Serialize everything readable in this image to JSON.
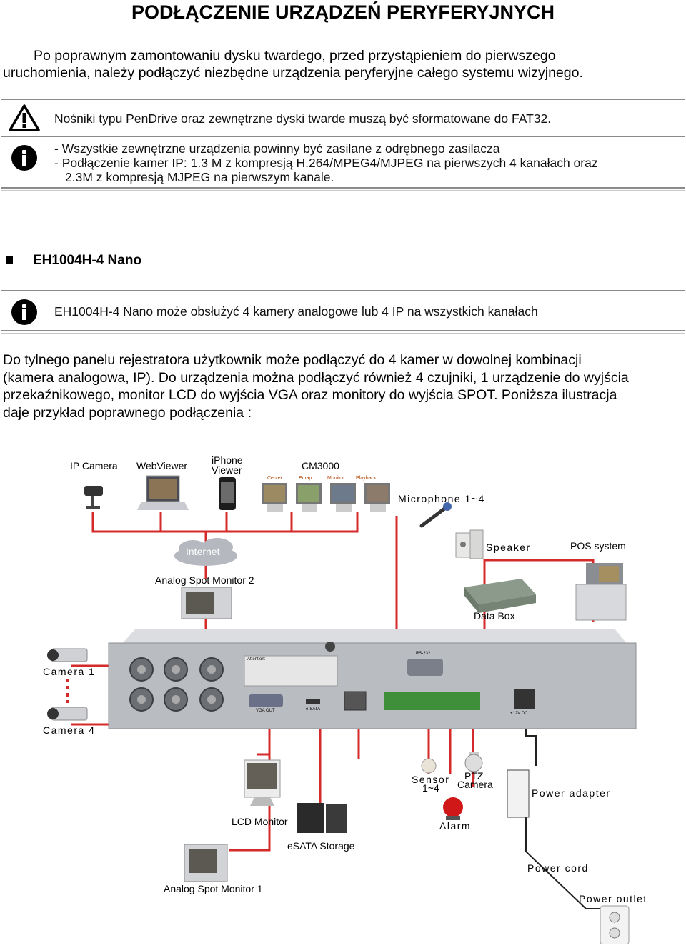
{
  "title": "PODŁĄCZENIE URZĄDZEŃ PERYFERYJNYCH",
  "intro": {
    "line1": "Po poprawnym zamontowaniu dysku twardego, przed przystąpieniem do pierwszego",
    "line2": "uruchomienia, należy podłączyć niezbędne urządzenia peryferyjne całego systemu wizyjnego."
  },
  "warning_note": "Nośniki typu PenDrive oraz zewnętrzne dyski twarde muszą być sformatowane do FAT32.",
  "info_note": {
    "line1": "- Wszystkie zewnętrzne urządzenia powinny być zasilane z odrębnego zasilacza",
    "line2": "- Podłączenie kamer IP: 1.3 M z kompresją H.264/MPEG4/MJPEG na pierwszych 4 kanałach oraz",
    "line3": "2.3M z kompresją MJPEG na pierwszym kanale."
  },
  "section_title": "EH1004H-4 Nano",
  "section_note": "EH1004H-4 Nano może obsłużyć 4 kamery analogowe lub 4 IP na wszystkich kanałach",
  "body": {
    "line1": "Do tylnego panelu rejestratora użytkownik może podłączyć do 4 kamer w dowolnej kombinacji",
    "line2": "(kamera analogowa, IP). Do urządzenia można podłączyć również 4 czujniki, 1 urządzenie do wyjścia",
    "line3": "przekaźnikowego, monitor LCD do wyjścia VGA oraz monitory do wyjścia SPOT. Poniższa ilustracja",
    "line4": "daje przykład poprawnego podłączenia :"
  },
  "diagram": {
    "ip_camera": "IP Camera",
    "webviewer": "WebViewer",
    "iphone_viewer_1": "iPhone",
    "iphone_viewer_2": "Viewer",
    "cm3000": "CM3000",
    "cm_tabs": [
      "Center",
      "Emap",
      "Monitor",
      "Playback"
    ],
    "microphone": "Microphone 1~4",
    "internet": "Internet",
    "speaker": "Speaker",
    "pos_system": "POS system",
    "analog_spot_monitor_2": "Analog Spot Monitor 2",
    "data_box": "Data Box",
    "camera_1": "Camera 1",
    "camera_4": "Camera 4",
    "sensor_1": "Sensor",
    "sensor_2": "1~4",
    "ptz_1": "PTZ",
    "ptz_2": "Camera",
    "power_adapter": "Power adapter",
    "lcd_monitor": "LCD Monitor",
    "alarm": "Alarm",
    "esata_storage": "eSATA Storage",
    "power_cord": "Power cord",
    "analog_spot_monitor_1": "Analog Spot Monitor 1",
    "power_outlet": "Power outlet",
    "panel_attention": "Attention:",
    "panel_vga": "VGA OUT",
    "panel_esata": "e-SATA",
    "panel_rs232": "RS-232",
    "panel_dc": "+12V DC"
  },
  "colors": {
    "wire": "#d42a2a",
    "panel": "#b9bcc1",
    "panel_top": "#dcdde0"
  }
}
